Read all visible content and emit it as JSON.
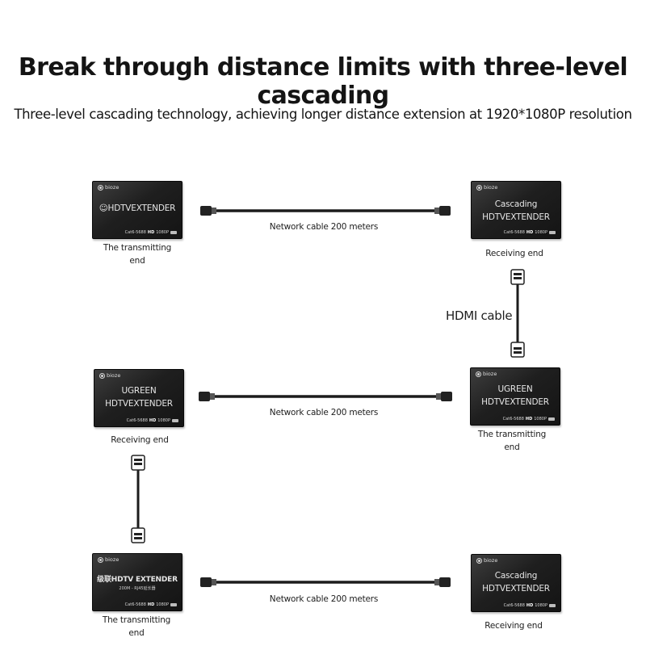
{
  "heading": {
    "title": "Break through distance limits with three-level cascading",
    "subtitle": "Three-level cascading technology, achieving longer distance extension at 1920*1080P resolution"
  },
  "brand": "bioze",
  "model_code": "Cat6-5688",
  "resolution_badge": "1080P",
  "hd_logo": "HD",
  "cable_label": "Network cable 200 meters",
  "hdmi_label": "HDMI cable",
  "devices": {
    "d1": {
      "lines": [
        "☺HDTVEXTENDER"
      ],
      "caption": [
        "The transmitting",
        "end"
      ]
    },
    "d2": {
      "lines": [
        "Cascading",
        "HDTVEXTENDER"
      ],
      "caption": [
        "Receiving end"
      ]
    },
    "d3": {
      "lines": [
        "UGREEN",
        "HDTVEXTENDER"
      ],
      "caption": [
        "Receiving end"
      ]
    },
    "d4": {
      "lines": [
        "UGREEN",
        "HDTVEXTENDER"
      ],
      "caption": [
        "The transmitting",
        "end"
      ]
    },
    "d5": {
      "lines": [
        "级联HDTV EXTENDER"
      ],
      "small": "200M - RJ45延长器",
      "caption": [
        "The transmitting",
        "end"
      ]
    },
    "d6": {
      "lines": [
        "Cascading",
        "HDTVEXTENDER"
      ],
      "caption": [
        "Receiving end"
      ]
    }
  }
}
